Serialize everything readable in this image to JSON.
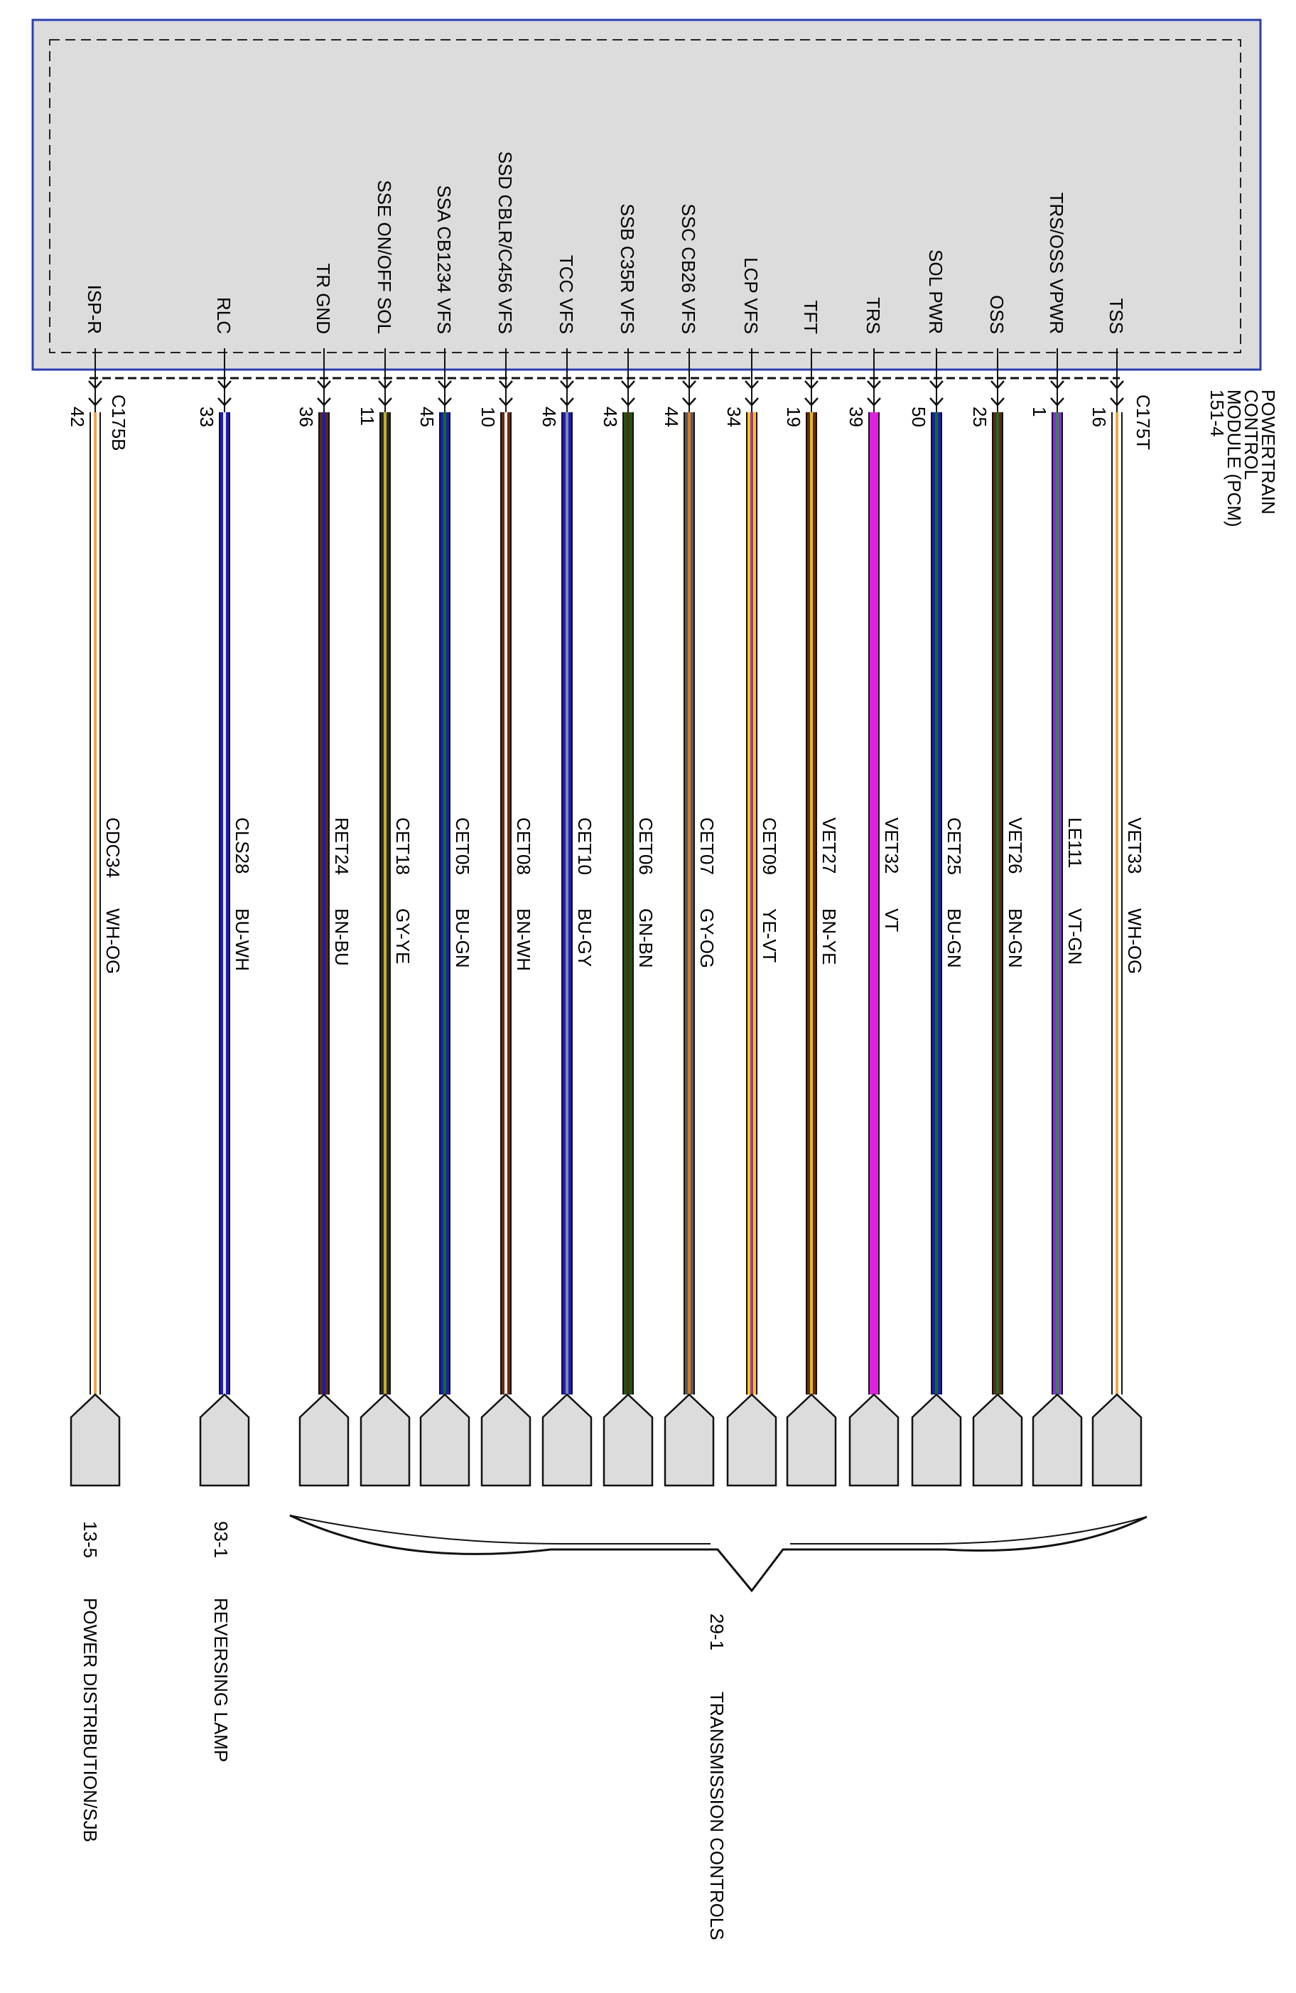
{
  "module": {
    "name_lines": [
      "POWERTRAIN",
      "CONTROL",
      "MODULE (PCM)",
      "151-4"
    ],
    "fill": "#dcdcdc",
    "border_color": "#2b3fae"
  },
  "connectors": [
    {
      "id": "C175T"
    },
    {
      "id": "C175B"
    }
  ],
  "wires": [
    {
      "signal": "TSS",
      "pin": "16",
      "code": "VET33",
      "color_code": "WH-OG",
      "stripes": [
        "#ffffff",
        "#f4a742",
        "#ffffff"
      ]
    },
    {
      "signal": "TRS/OSS VPWR",
      "pin": "1",
      "code": "LE111",
      "color_code": "VT-GN",
      "stripes": [
        "#8a2be2",
        "#2e8b2e",
        "#8a2be2"
      ]
    },
    {
      "signal": "OSS",
      "pin": "25",
      "code": "VET26",
      "color_code": "BN-GN",
      "stripes": [
        "#5a2a14",
        "#1f6b1f",
        "#5a2a14"
      ]
    },
    {
      "signal": "SOL PWR",
      "pin": "50",
      "code": "CET25",
      "color_code": "BU-GN",
      "stripes": [
        "#1a1ac8",
        "#157015",
        "#1a1ac8"
      ]
    },
    {
      "signal": "TRS",
      "pin": "39",
      "code": "VET32",
      "color_code": "VT",
      "stripes": [
        "#e020e0",
        "#e020e0",
        "#e020e0"
      ]
    },
    {
      "signal": "TFT",
      "pin": "19",
      "code": "VET27",
      "color_code": "BN-YE",
      "stripes": [
        "#6b2a10",
        "#d8c020",
        "#6b2a10"
      ]
    },
    {
      "signal": "LCP VFS",
      "pin": "34",
      "code": "CET09",
      "color_code": "YE-VT",
      "stripes": [
        "#f8c800",
        "#a030d0",
        "#f8c800"
      ]
    },
    {
      "signal": "SSC CB26 VFS",
      "pin": "44",
      "code": "CET07",
      "color_code": "GY-OG",
      "stripes": [
        "#5a5a5a",
        "#e07820",
        "#5a5a5a"
      ]
    },
    {
      "signal": "SSB C35R VFS",
      "pin": "43",
      "code": "CET06",
      "color_code": "GN-BN",
      "stripes": [
        "#155a15",
        "#5a2a10",
        "#155a15"
      ]
    },
    {
      "signal": "TCC VFS",
      "pin": "46",
      "code": "CET10",
      "color_code": "BU-GY",
      "stripes": [
        "#1a1ad0",
        "#8a8a8a",
        "#1a1ad0"
      ]
    },
    {
      "signal": "SSD CBLR/C456 VFS",
      "pin": "10",
      "code": "CET08",
      "color_code": "BN-WH",
      "stripes": [
        "#6b2a10",
        "#f0f0f0",
        "#6b2a10"
      ]
    },
    {
      "signal": "SSA CB1234 VFS",
      "pin": "45",
      "code": "CET05",
      "color_code": "BU-GN",
      "stripes": [
        "#1a1ac8",
        "#157015",
        "#1a1ac8"
      ]
    },
    {
      "signal": "SSE ON/OFF SOL",
      "pin": "11",
      "code": "CET18",
      "color_code": "GY-YE",
      "stripes": [
        "#2a2a2a",
        "#c8b020",
        "#2a2a2a"
      ]
    },
    {
      "signal": "TR GND",
      "pin": "36",
      "code": "RET24",
      "color_code": "BN-BU",
      "stripes": [
        "#5a2a14",
        "#1a1ac8",
        "#5a2a14"
      ]
    },
    {
      "signal": "RLC",
      "pin": "33",
      "code": "CLS28",
      "color_code": "BU-WH",
      "stripes": [
        "#1a1ad0",
        "#e8e8ff",
        "#1a1ad0"
      ]
    },
    {
      "signal": "ISP-R",
      "pin": "42",
      "code": "CDC34",
      "color_code": "WH-OG",
      "stripes": [
        "#ffffff",
        "#f4a742",
        "#ffffff"
      ]
    }
  ],
  "destinations": [
    {
      "number": "29-1",
      "name": "TRANSMISSION CONTROLS"
    },
    {
      "number": "93-1",
      "name": "REVERSING LAMP"
    },
    {
      "number": "13-5",
      "name": "POWER DISTRIBUTION/SJB"
    }
  ]
}
